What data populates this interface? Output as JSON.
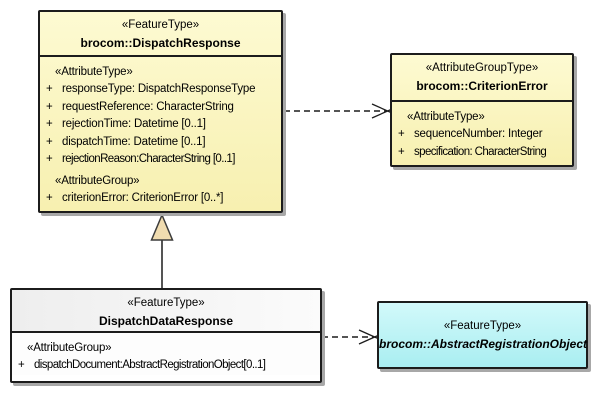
{
  "colors": {
    "class_fill_yellow": "#F8F1B4",
    "class_fill_gray": "#F2F2F2",
    "class_fill_cyan": "#B6F1F4",
    "border": "#1C1C1C",
    "shadow": "#A8A8A8",
    "generalization_arrow_fill": "#F0DCB0"
  },
  "classes": {
    "dispatchResponse": {
      "stereotype": "«FeatureType»",
      "name": "brocom::DispatchResponse",
      "attr_type_heading": "«AttributeType»",
      "attributes": [
        {
          "vis": "+",
          "text": "responseType: DispatchResponseType"
        },
        {
          "vis": "+",
          "text": "requestReference: CharacterString"
        },
        {
          "vis": "+",
          "text": "rejectionTime: Datetime [0..1]"
        },
        {
          "vis": "+",
          "text": "dispatchTime: Datetime [0..1]"
        },
        {
          "vis": "+",
          "text": "rejectionReason:CharacterString [0..1]"
        }
      ],
      "attr_group_heading": "«AttributeGroup»",
      "group_attributes": [
        {
          "vis": "+",
          "text": "criterionError: CriterionError [0..*]"
        }
      ]
    },
    "criterionError": {
      "stereotype": "«AttributeGroupType»",
      "name": "brocom::CriterionError",
      "attr_type_heading": "«AttributeType»",
      "attributes": [
        {
          "vis": "+",
          "text": "sequenceNumber: Integer"
        },
        {
          "vis": "+",
          "text": "specification: CharacterString"
        }
      ]
    },
    "dispatchDataResponse": {
      "stereotype": "«FeatureType»",
      "name": "DispatchDataResponse",
      "attr_group_heading": "«AttributeGroup»",
      "group_attributes": [
        {
          "vis": "+",
          "text": "dispatchDocument:AbstractRegistrationObject[0..1]"
        }
      ]
    },
    "abstractRegistrationObject": {
      "stereotype": "«FeatureType»",
      "name": "brocom::AbstractRegistrationObject"
    }
  },
  "relations": [
    {
      "type": "dependency",
      "source": "brocom::DispatchResponse",
      "target": "brocom::CriterionError",
      "line": "dashed",
      "arrowhead": "open"
    },
    {
      "type": "generalization",
      "source": "DispatchDataResponse",
      "target": "brocom::DispatchResponse",
      "line": "solid",
      "arrowhead": "triangle"
    },
    {
      "type": "dependency",
      "source": "DispatchDataResponse",
      "target": "brocom::AbstractRegistrationObject",
      "line": "dashed",
      "arrowhead": "open"
    }
  ]
}
